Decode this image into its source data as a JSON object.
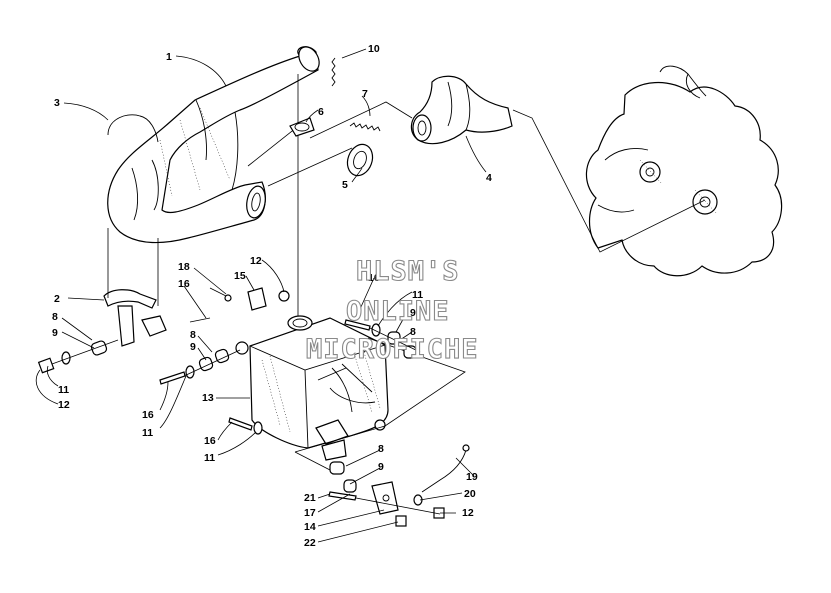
{
  "watermark": {
    "line1": "HLSM'S",
    "line2": "ONLINE",
    "line3": "MICROFICHE"
  },
  "callouts": [
    "1",
    "2",
    "3",
    "4",
    "5",
    "6",
    "7",
    "8",
    "9",
    "10",
    "11",
    "12",
    "13",
    "14",
    "15",
    "16",
    "17",
    "18",
    "19",
    "20",
    "21",
    "22"
  ],
  "colors": {
    "ink": "#000000",
    "watermark_outline": "#8a8a8a",
    "background": "#ffffff"
  },
  "icons": [
    "muffler-icon",
    "exhaust-manifold-icon",
    "engine-outline-icon",
    "resonator-can-icon",
    "spring-icon",
    "bracket-icon",
    "gasket-icon",
    "bolt-icon",
    "nut-icon",
    "washer-icon",
    "grommet-icon"
  ]
}
